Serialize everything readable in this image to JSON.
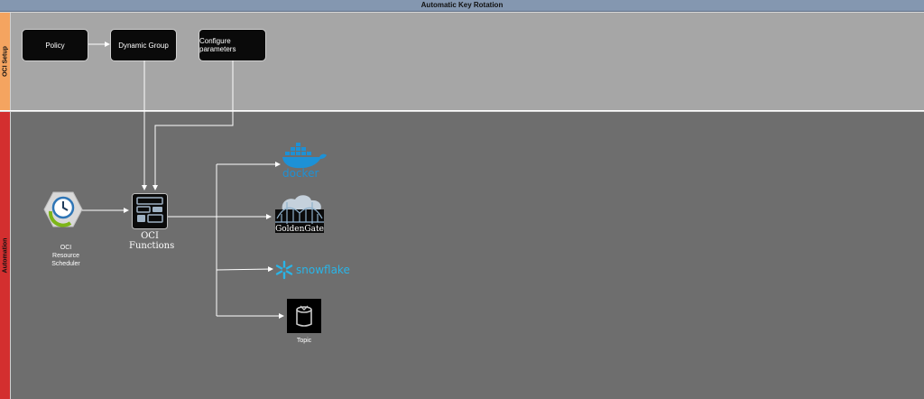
{
  "title": "Automatic Key Rotation",
  "lanes": {
    "setup": "OCI Setup",
    "automation": "Automation"
  },
  "setup_steps": {
    "policy": "Policy",
    "dynamic_group": "Dynamic Group",
    "configure_parameters": "Configure parameters"
  },
  "nodes": {
    "scheduler": {
      "line1": "OCI",
      "line2": "Resource",
      "line3": "Scheduler"
    },
    "functions": {
      "line1": "OCI",
      "line2": "Functions"
    },
    "docker": {
      "label": "docker"
    },
    "goldengate": {
      "label": "GoldenGate"
    },
    "snowflake": {
      "label": "snowflake"
    },
    "topic": {
      "label": "Topic"
    }
  },
  "colors": {
    "title_bar": "#8497b0",
    "setup_lane": "#a6a6a6",
    "automation_lane": "#6e6e6e",
    "setup_label": "#f4a460",
    "automation_label": "#d32f2f",
    "docker_blue": "#1d91d6",
    "snowflake_blue": "#29b5e8"
  },
  "icons": {
    "scheduler": "clock-icon",
    "functions": "functions-icon",
    "docker": "docker-whale-icon",
    "goldengate": "golden-gate-bridge-icon",
    "snowflake": "snowflake-icon",
    "topic": "topic-icon"
  }
}
